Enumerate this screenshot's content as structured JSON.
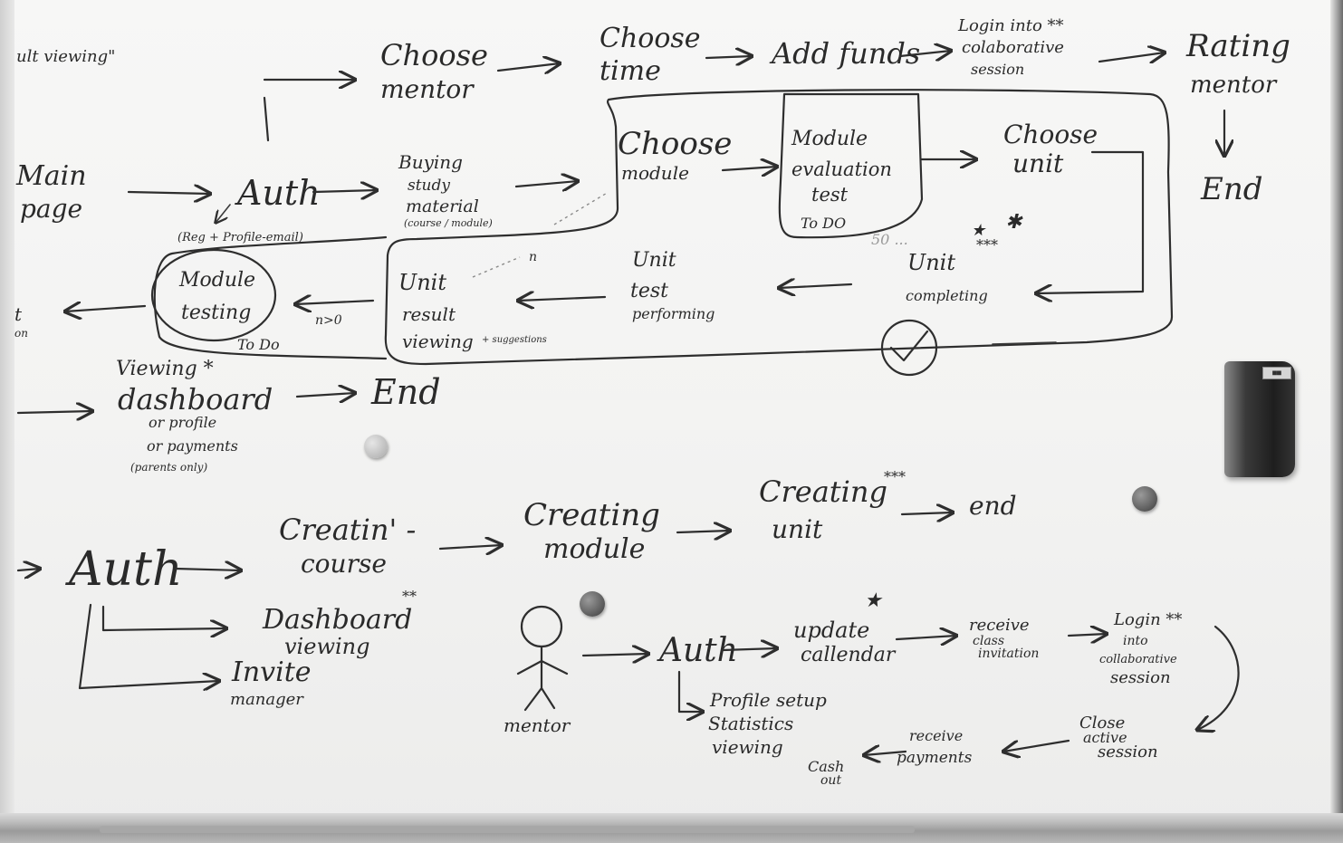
{
  "board": {
    "row1": {
      "top_left_fragment": "ult viewing\"",
      "choose_mentor": [
        "Choose",
        "mentor"
      ],
      "choose_time": [
        "Choose",
        "time"
      ],
      "add_funds": "Add funds",
      "login_collab": [
        "Login into **",
        "colaborative",
        "session"
      ],
      "rating_mentor": [
        "Rating",
        "mentor"
      ],
      "end": "End"
    },
    "row2": {
      "main_page": [
        "Main",
        "page"
      ],
      "auth": "Auth",
      "auth_note": "(Reg + Profile-email)",
      "buying_material": [
        "Buying",
        "study",
        "material",
        "(course / module)"
      ],
      "choose_module": [
        "Choose",
        "module"
      ],
      "module_eval": [
        "Module",
        "evaluation",
        "test"
      ],
      "todo_eval": "To DO",
      "fifty_note": "50 ...",
      "choose_unit": [
        "Choose",
        "unit"
      ]
    },
    "row3": {
      "edge_fragment": [
        "t",
        "on"
      ],
      "module_testing": [
        "Module",
        "testing"
      ],
      "n_zero": "n>0",
      "todo_testing": "To Do",
      "n_note": "n",
      "unit_result": [
        "Unit",
        "result",
        "viewing"
      ],
      "suggestions": "+ suggestions",
      "unit_test": [
        "Unit",
        "test",
        "performing"
      ],
      "unit_completing": [
        "Unit",
        "completing"
      ],
      "unit_stars": "***"
    },
    "row4": {
      "viewing_dashboard": [
        "Viewing *",
        "dashboard",
        "or profile",
        "or payments",
        "(parents only)"
      ],
      "end": "End"
    },
    "creator_flow": {
      "auth": "Auth",
      "creating_course": [
        "Creatin' -",
        "course"
      ],
      "creating_module": [
        "Creating",
        "module"
      ],
      "creating_unit": [
        "Creating",
        "unit"
      ],
      "unit_mark": "***",
      "end": "end",
      "dashboard_viewing": [
        "Dashboard",
        "viewing"
      ],
      "dashboard_mark": "**",
      "invite_manager": [
        "Invite",
        "manager"
      ]
    },
    "mentor_flow": {
      "actor": "mentor",
      "auth": "Auth",
      "update_calendar": [
        "update",
        "callendar"
      ],
      "receive_invitation": [
        "receive",
        "class",
        "invitation"
      ],
      "login_collab": [
        "Login **",
        "into",
        "collaborative",
        "session"
      ],
      "profile_setup": [
        "Profile setup",
        "Statistics",
        "viewing"
      ],
      "close_session": [
        "Close",
        "active",
        "session"
      ],
      "receive_payments": [
        "receive",
        "payments"
      ],
      "cash_out": [
        "Cash",
        "out"
      ]
    }
  },
  "colors": {
    "board": "#f3f3f2",
    "ink": "#2a2a2a",
    "frame": "#b0b0b0",
    "eraser": "#1e1e1e",
    "magnet_dark": "#5a5a5a",
    "magnet_light": "#c8c8c8"
  }
}
